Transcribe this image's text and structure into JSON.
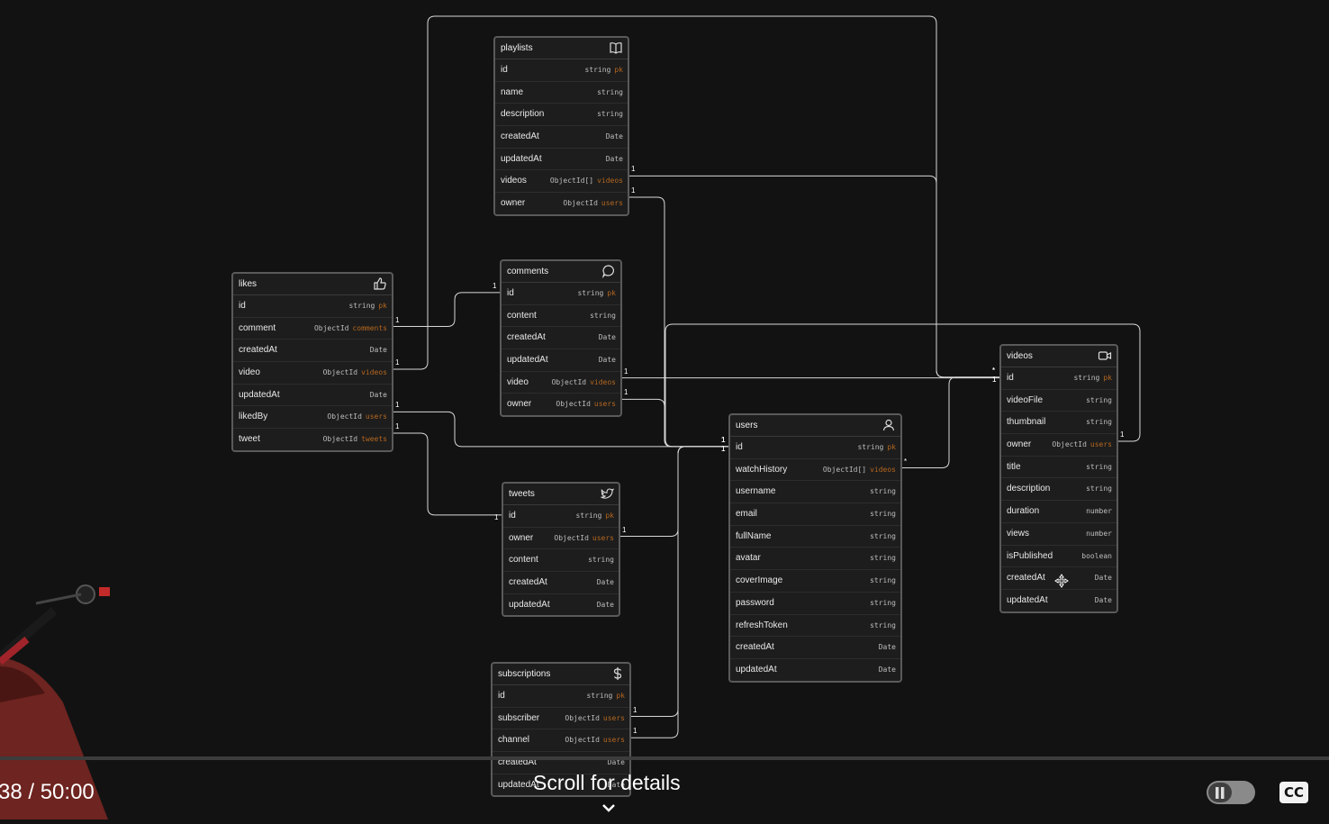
{
  "tables": [
    {
      "key": "playlists",
      "name": "playlists",
      "icon": "book-icon",
      "fields": [
        {
          "name": "id",
          "type": "string",
          "ref": "pk"
        },
        {
          "name": "name",
          "type": "string",
          "ref": ""
        },
        {
          "name": "description",
          "type": "string",
          "ref": ""
        },
        {
          "name": "createdAt",
          "type": "Date",
          "ref": ""
        },
        {
          "name": "updatedAt",
          "type": "Date",
          "ref": ""
        },
        {
          "name": "videos",
          "type": "ObjectId[]",
          "ref": "videos"
        },
        {
          "name": "owner",
          "type": "ObjectId",
          "ref": "users"
        }
      ]
    },
    {
      "key": "comments",
      "name": "comments",
      "icon": "comment-bubble-icon",
      "fields": [
        {
          "name": "id",
          "type": "string",
          "ref": "pk"
        },
        {
          "name": "content",
          "type": "string",
          "ref": ""
        },
        {
          "name": "createdAt",
          "type": "Date",
          "ref": ""
        },
        {
          "name": "updatedAt",
          "type": "Date",
          "ref": ""
        },
        {
          "name": "video",
          "type": "ObjectId",
          "ref": "videos"
        },
        {
          "name": "owner",
          "type": "ObjectId",
          "ref": "users"
        }
      ]
    },
    {
      "key": "likes",
      "name": "likes",
      "icon": "thumbs-up-icon",
      "fields": [
        {
          "name": "id",
          "type": "string",
          "ref": "pk"
        },
        {
          "name": "comment",
          "type": "ObjectId",
          "ref": "comments"
        },
        {
          "name": "createdAt",
          "type": "Date",
          "ref": ""
        },
        {
          "name": "video",
          "type": "ObjectId",
          "ref": "videos"
        },
        {
          "name": "updatedAt",
          "type": "Date",
          "ref": ""
        },
        {
          "name": "likedBy",
          "type": "ObjectId",
          "ref": "users"
        },
        {
          "name": "tweet",
          "type": "ObjectId",
          "ref": "tweets"
        }
      ]
    },
    {
      "key": "videos",
      "name": "videos",
      "icon": "video-camera-icon",
      "fields": [
        {
          "name": "id",
          "type": "string",
          "ref": "pk"
        },
        {
          "name": "videoFile",
          "type": "string",
          "ref": ""
        },
        {
          "name": "thumbnail",
          "type": "string",
          "ref": ""
        },
        {
          "name": "owner",
          "type": "ObjectId",
          "ref": "users"
        },
        {
          "name": "title",
          "type": "string",
          "ref": ""
        },
        {
          "name": "description",
          "type": "string",
          "ref": ""
        },
        {
          "name": "duration",
          "type": "number",
          "ref": ""
        },
        {
          "name": "views",
          "type": "number",
          "ref": ""
        },
        {
          "name": "isPublished",
          "type": "boolean",
          "ref": ""
        },
        {
          "name": "createdAt",
          "type": "Date",
          "ref": ""
        },
        {
          "name": "updatedAt",
          "type": "Date",
          "ref": ""
        }
      ]
    },
    {
      "key": "users",
      "name": "users",
      "icon": "user-icon",
      "fields": [
        {
          "name": "id",
          "type": "string",
          "ref": "pk"
        },
        {
          "name": "watchHistory",
          "type": "ObjectId[]",
          "ref": "videos"
        },
        {
          "name": "username",
          "type": "string",
          "ref": ""
        },
        {
          "name": "email",
          "type": "string",
          "ref": ""
        },
        {
          "name": "fullName",
          "type": "string",
          "ref": ""
        },
        {
          "name": "avatar",
          "type": "string",
          "ref": ""
        },
        {
          "name": "coverImage",
          "type": "string",
          "ref": ""
        },
        {
          "name": "password",
          "type": "string",
          "ref": ""
        },
        {
          "name": "refreshToken",
          "type": "string",
          "ref": ""
        },
        {
          "name": "createdAt",
          "type": "Date",
          "ref": ""
        },
        {
          "name": "updatedAt",
          "type": "Date",
          "ref": ""
        }
      ]
    },
    {
      "key": "tweets",
      "name": "tweets",
      "icon": "bird-icon",
      "fields": [
        {
          "name": "id",
          "type": "string",
          "ref": "pk"
        },
        {
          "name": "owner",
          "type": "ObjectId",
          "ref": "users"
        },
        {
          "name": "content",
          "type": "string",
          "ref": ""
        },
        {
          "name": "createdAt",
          "type": "Date",
          "ref": ""
        },
        {
          "name": "updatedAt",
          "type": "Date",
          "ref": ""
        }
      ]
    },
    {
      "key": "subscriptions",
      "name": "subscriptions",
      "icon": "dollar-icon",
      "fields": [
        {
          "name": "id",
          "type": "string",
          "ref": "pk"
        },
        {
          "name": "subscriber",
          "type": "ObjectId",
          "ref": "users"
        },
        {
          "name": "channel",
          "type": "ObjectId",
          "ref": "users"
        },
        {
          "name": "createdAt",
          "type": "Date",
          "ref": ""
        },
        {
          "name": "updatedAt",
          "type": "Date",
          "ref": ""
        }
      ]
    }
  ],
  "relations": [
    {
      "from": "playlists.videos",
      "to": "videos.id",
      "from_card": "1",
      "to_card": "*"
    },
    {
      "from": "playlists.owner",
      "to": "users.id",
      "from_card": "1",
      "to_card": "1"
    },
    {
      "from": "likes.comment",
      "to": "comments.id",
      "from_card": "1",
      "to_card": "1"
    },
    {
      "from": "likes.video",
      "to": "videos.id",
      "from_card": "1",
      "to_card": "1"
    },
    {
      "from": "likes.likedBy",
      "to": "users.id",
      "from_card": "1",
      "to_card": "1"
    },
    {
      "from": "likes.tweet",
      "to": "tweets.id",
      "from_card": "1",
      "to_card": "1"
    },
    {
      "from": "comments.video",
      "to": "videos.id",
      "from_card": "1",
      "to_card": "*"
    },
    {
      "from": "comments.owner",
      "to": "users.id",
      "from_card": "1",
      "to_card": "1"
    },
    {
      "from": "tweets.owner",
      "to": "users.id",
      "from_card": "1",
      "to_card": "1"
    },
    {
      "from": "subscriptions.subscriber",
      "to": "users.id",
      "from_card": "1",
      "to_card": "1"
    },
    {
      "from": "subscriptions.channel",
      "to": "users.id",
      "from_card": "1",
      "to_card": "1"
    },
    {
      "from": "users.watchHistory",
      "to": "videos.id",
      "from_card": "*",
      "to_card": "1"
    },
    {
      "from": "videos.owner",
      "to": "users.id",
      "from_card": "1",
      "to_card": "1"
    }
  ],
  "player": {
    "time": "38 / 50:00",
    "scroll_hint": "Scroll for details",
    "cc_label": "CC",
    "icons": {
      "chevron": "chevron-down-icon",
      "pause": "pause-icon",
      "move": "move-cursor-icon"
    }
  },
  "colors": {
    "background": "#121212",
    "table_border": "#5a5a5a",
    "line": "#d8d8d8",
    "ref_text": "#b5671f"
  }
}
